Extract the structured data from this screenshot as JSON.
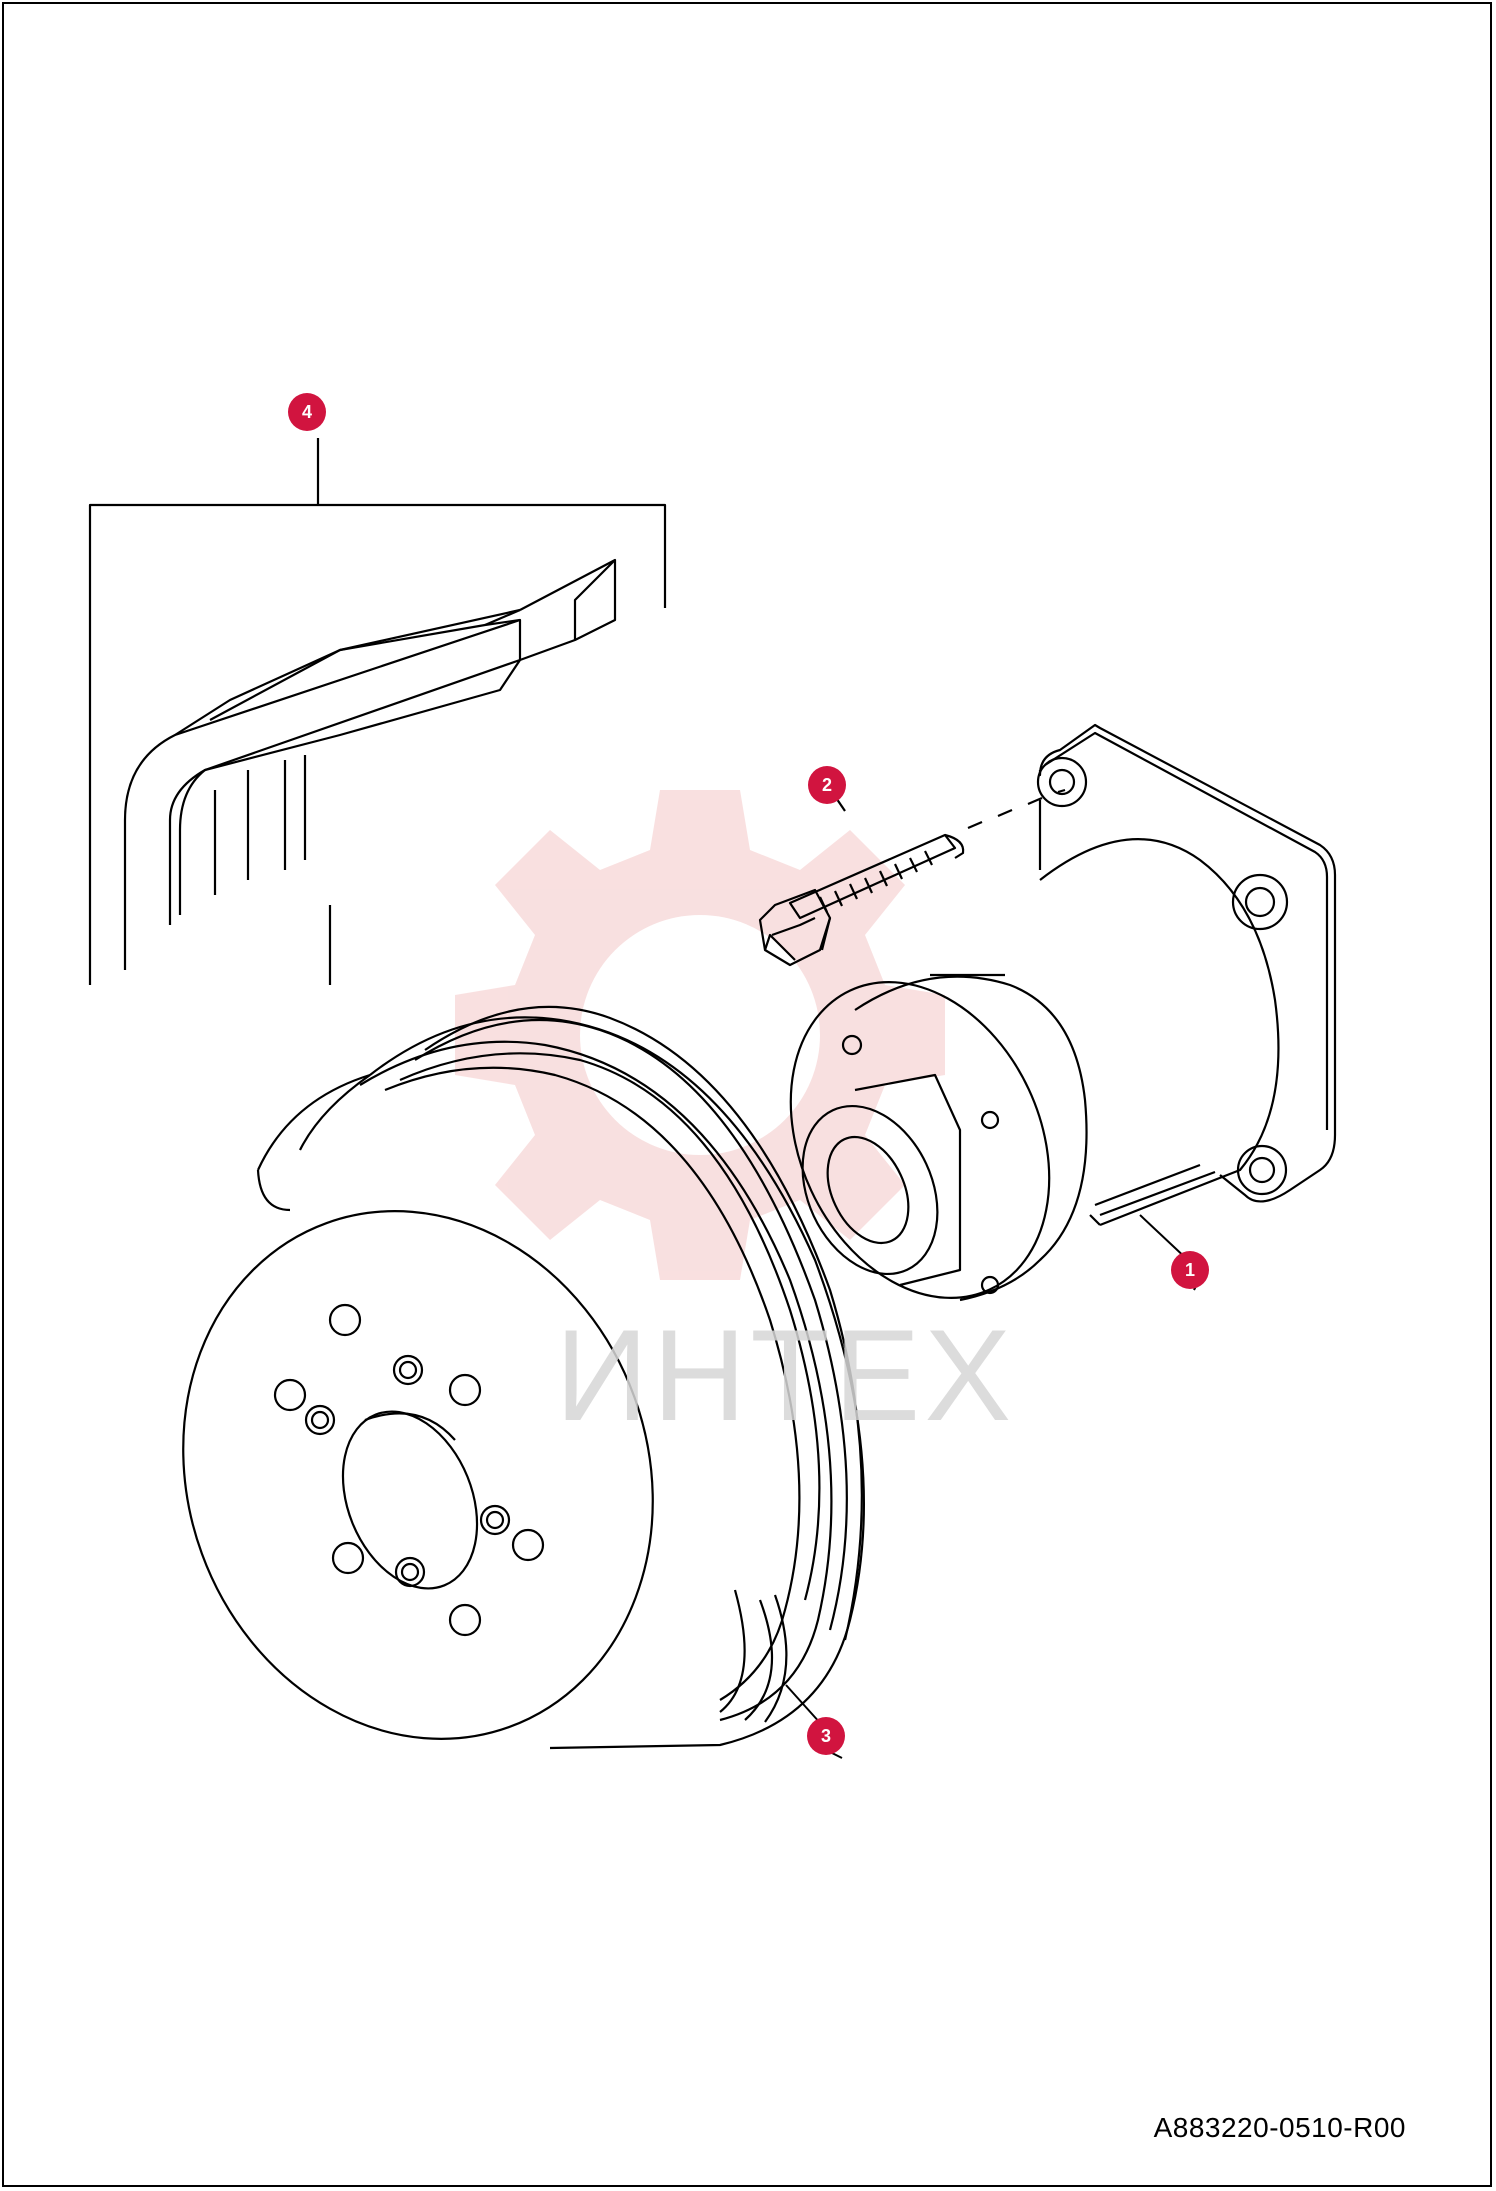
{
  "callouts": [
    {
      "id": "1",
      "label": "1"
    },
    {
      "id": "2",
      "label": "2"
    },
    {
      "id": "3",
      "label": "3"
    },
    {
      "id": "4",
      "label": "4"
    }
  ],
  "watermark": {
    "text": "ИНТЕХ"
  },
  "document": {
    "id": "A883220-0510-R00"
  },
  "colors": {
    "callout": "#d1143f",
    "line": "#000000",
    "watermark": "#f4c7c7",
    "watermark_text": "#d7d7d7"
  }
}
